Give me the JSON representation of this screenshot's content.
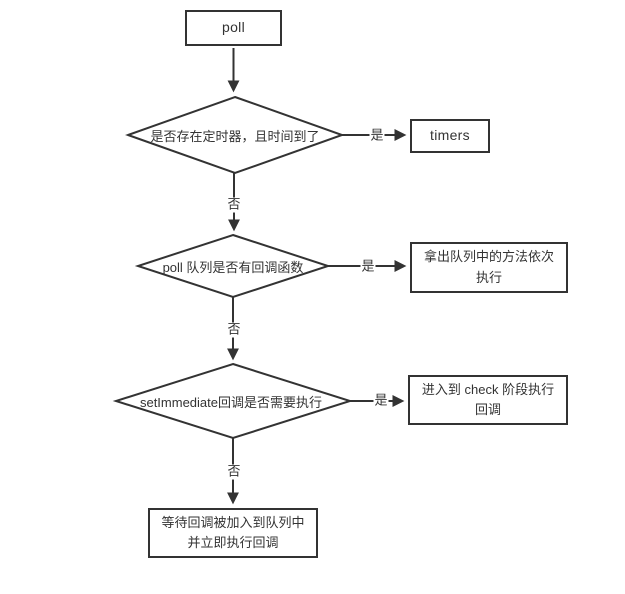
{
  "flowchart": {
    "background": "#ffffff",
    "stroke_color": "#333333",
    "text_color": "#333333",
    "nodes": {
      "poll": {
        "type": "process",
        "label": "poll"
      },
      "timer_check": {
        "type": "decision",
        "label": "是否存在定时器，且时间到了"
      },
      "timers": {
        "type": "process",
        "label": "timers"
      },
      "poll_queue_check": {
        "type": "decision",
        "label": "poll 队列是否有回调函数"
      },
      "execute_queue": {
        "type": "process",
        "label": "拿出队列中的方法依次\n执行"
      },
      "setimmediate_check": {
        "type": "decision",
        "label": "setImmediate回调是否需要执行"
      },
      "check_phase": {
        "type": "process",
        "label": "进入到 check 阶段执行\n回调"
      },
      "wait_callback": {
        "type": "process",
        "label": "等待回调被加入到队列中\n并立即执行回调"
      }
    },
    "edge_labels": {
      "yes": "是",
      "no": "否"
    }
  }
}
